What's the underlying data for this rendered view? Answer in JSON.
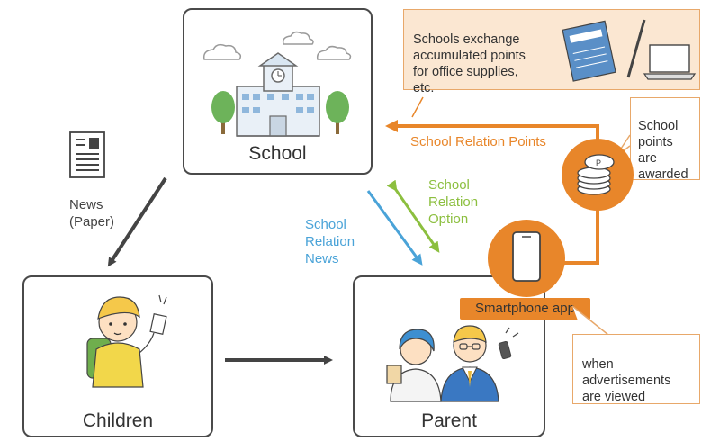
{
  "school": {
    "label": "School"
  },
  "children": {
    "label": "Children"
  },
  "parent": {
    "label": "Parent"
  },
  "news_paper": {
    "label": "News\n(Paper)"
  },
  "arrows": {
    "school_relation_points": "School Relation Points",
    "school_relation_option": "School\nRelation\nOption",
    "school_relation_news": "School\nRelation\nNews"
  },
  "smartphone_app": {
    "label": "Smartphone app"
  },
  "callouts": {
    "exchange": "Schools exchange\naccumulated points\nfor office supplies,\netc.",
    "awarded": "School\npoints\nare\nawarded",
    "advertisements": "when\nadvertisements\nare viewed"
  },
  "colors": {
    "orange": "#e8862a",
    "orange_light": "#fbe7d2",
    "blue": "#4aa3d8",
    "green": "#8cbf3f",
    "dark": "#444444"
  }
}
